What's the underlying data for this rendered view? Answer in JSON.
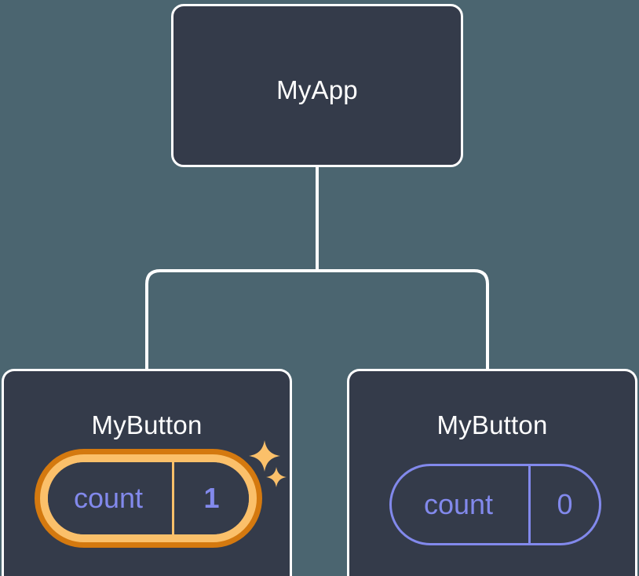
{
  "diagram": {
    "type": "component-tree",
    "background_color": "#4b6570",
    "node_fill": "#343b4a",
    "node_border": "#ffffff",
    "state_color": "#8289ec",
    "highlight_outer": "#d4790f",
    "highlight_inner": "#fbc06a",
    "root": {
      "title": "MyApp"
    },
    "children": [
      {
        "title": "MyButton",
        "state_key": "count",
        "state_value": "1",
        "highlighted": true,
        "sparkles": [
          "sparkle-large",
          "sparkle-small"
        ]
      },
      {
        "title": "MyButton",
        "state_key": "count",
        "state_value": "0",
        "highlighted": false
      }
    ]
  }
}
